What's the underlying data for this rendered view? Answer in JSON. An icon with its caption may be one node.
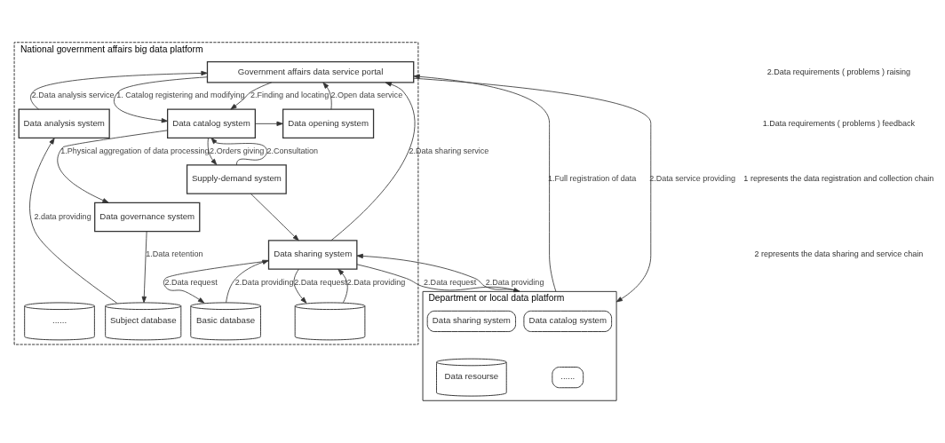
{
  "diagram": {
    "nodes": [
      {
        "text": [
          "National government affairs big data platform"
        ]
      },
      {
        "text": [
          "Government affairs data service portal"
        ],
        "in": 0
      },
      {
        "text": [
          "Data analysis system"
        ],
        "in": 0
      },
      {
        "text": [
          "Data catalog system"
        ],
        "in": 0
      },
      {
        "text": [
          "Data opening system"
        ],
        "in": 0
      },
      {
        "text": [
          "Data governance system"
        ],
        "in": 0
      },
      {
        "text": [
          "Supply-demand system"
        ],
        "in": 0
      },
      {
        "text": [
          "Data sharing system"
        ],
        "in": 0
      },
      {
        "text": [
          "Subject database"
        ],
        "in": 0
      },
      {
        "text": [
          "......"
        ],
        "in": 0
      },
      {
        "text": [
          "Basic database"
        ],
        "in": 0
      },
      {
        "text": [],
        "shape": "cylinder",
        "in": 0
      },
      {
        "text": [
          "Department or local data platform"
        ]
      },
      {
        "text": [
          "Data catalog system"
        ],
        "in": 12
      },
      {
        "text": [
          "Data sharing system"
        ],
        "in": 12
      },
      {
        "text": [
          "......"
        ],
        "in": 12
      },
      {
        "text": [
          "Data resourse"
        ],
        "in": 12
      }
    ],
    "edges": [
      {
        "from": 2,
        "to": 1,
        "arrow": "to",
        "label": "2.Data analysis service"
      },
      {
        "from": 1,
        "to": 3,
        "arrow": "to",
        "label": "1. Catalog registering and modifying"
      },
      {
        "from": 1,
        "to": 3,
        "arrow": "to",
        "label": "2.Finding and locating"
      },
      {
        "from": 3,
        "to": 4,
        "arrow": "to"
      },
      {
        "from": 4,
        "to": 1,
        "arrow": "to",
        "label": "2.Open data service"
      },
      {
        "from": 7,
        "to": 1,
        "arrow": "to",
        "label": "2.Data sharing service"
      },
      {
        "from": 3,
        "to": 5,
        "arrow": "to",
        "label": "1.Physical aggregation of data processing"
      },
      {
        "from": 6,
        "to": 3,
        "arrow": "to",
        "label": "2.Consultation"
      },
      {
        "from": 3,
        "to": 6,
        "arrow": "to",
        "label": "2.Orders giving"
      },
      {
        "from": 6,
        "to": 7,
        "arrow": "to"
      },
      {
        "from": 5,
        "to": 8,
        "arrow": "to",
        "label": "1.Data retention"
      },
      {
        "from": 8,
        "to": 2,
        "arrow": "to",
        "label": "2.data providing"
      },
      {
        "from": 7,
        "to": 10,
        "arrow": "to",
        "label": "2.Data request"
      },
      {
        "from": 10,
        "to": 7,
        "arrow": "to",
        "label": "2.Data providing"
      },
      {
        "from": 7,
        "to": 11,
        "arrow": "to",
        "label": "2.Data request"
      },
      {
        "from": 11,
        "to": 7,
        "arrow": "to",
        "label": "2.Data providing"
      },
      {
        "from": 12,
        "to": 1,
        "arrow": "to",
        "label": "1.Full registration of data"
      },
      {
        "from": 1,
        "to": 12,
        "arrow": "to",
        "label": "2.Data service providing"
      },
      {
        "from": 7,
        "to": 12,
        "arrow": "to",
        "label": "2.Data request"
      },
      {
        "from": 12,
        "to": 7,
        "arrow": "to",
        "label": "2.Data providing"
      }
    ],
    "labels": [
      "2.Data requirements ( problems ) raising",
      "1.Data requirements ( problems ) feedback",
      "1 represents the data registration and collection chain",
      "2 represents the data sharing and service chain"
    ]
  }
}
